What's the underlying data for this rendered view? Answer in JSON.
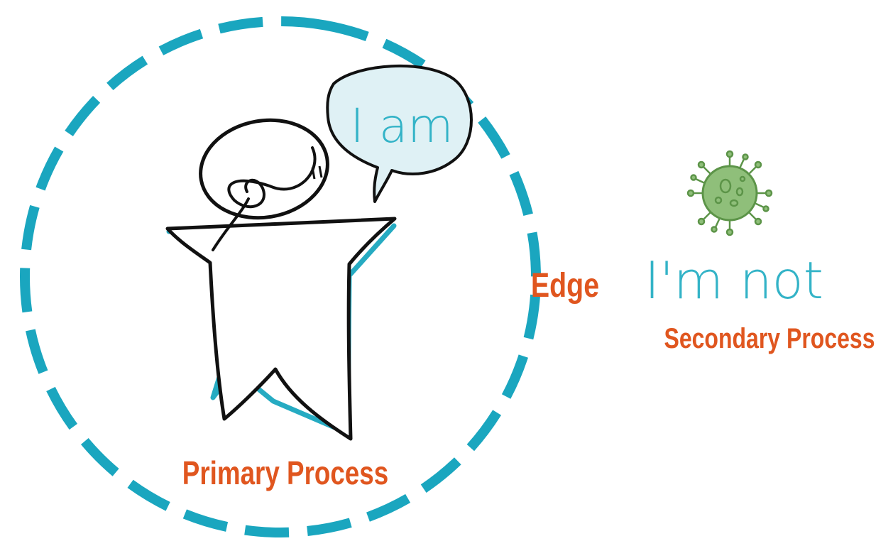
{
  "speech_bubble": {
    "text": "I am"
  },
  "edge_label": "Edge",
  "not_self_text": "I'm not",
  "secondary_label": "Secondary Process",
  "primary_label": "Primary Process",
  "icons": {
    "figure": "stick-figure-icon",
    "virus": "virus-icon"
  },
  "colors": {
    "boundary": "#1aa6bf",
    "label_orange": "#e0561f",
    "text_blue": "#33b3c7",
    "bubble_fill": "#dff1f5",
    "virus_fill": "#8fbf7a",
    "virus_stroke": "#5c9448",
    "ink": "#111111"
  }
}
